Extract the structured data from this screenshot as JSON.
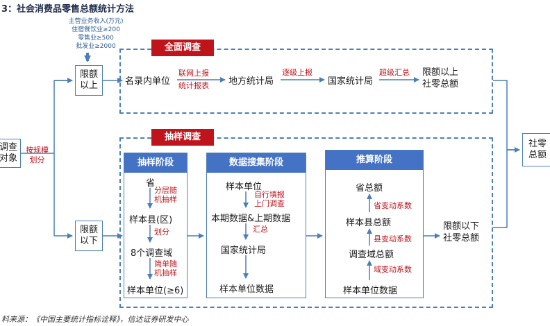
{
  "title": "3：社会消费品零售总额统计方法",
  "thresholds": [
    "主营业务收入(万元)",
    "住宿餐饮业≥200",
    "零售业≥500",
    "批发业≥2000"
  ],
  "survey_object": "调查\n对象",
  "scale_split": "按规模\n划分",
  "above_limit": "限额\n以上",
  "below_limit": "限额\n以下",
  "full_survey": {
    "tag": "全面调查",
    "unit": "名录内单位",
    "link_top": "联网上报",
    "link_bottom": "统计报表",
    "local_bureau": "地方统计局",
    "level_report": "逐级上报",
    "national_bureau": "国家统计局",
    "super_summary": "超级汇总",
    "result": "限额以上\n社零总额"
  },
  "sampling_survey": {
    "tag": "抽样调查",
    "stage1": {
      "header": "抽样阶段",
      "province": "省",
      "note1": "分层随\n机抽样",
      "county": "样本县(区)",
      "note2": "划分",
      "domains": "8个调查域",
      "note3": "简单随\n机抽样",
      "units": "样本单位(≥6)"
    },
    "stage2": {
      "header": "数据搜集阶段",
      "sample_unit": "样本单位",
      "note1": "自行填报\n上门调查",
      "period_data": "本期数据&上期数据",
      "note2": "汇总",
      "national_bureau": "国家统计局",
      "unit_data": "样本单位数据"
    },
    "stage3": {
      "header": "推算阶段",
      "province_total": "省总额",
      "note1": "省变动系数",
      "county_total": "样本县总额",
      "note2": "县变动系数",
      "domain_total": "调查域总额",
      "note3": "域变动系数",
      "unit_data": "样本单位数据"
    },
    "result": "限额以下\n社零总额"
  },
  "final_total": "社零\n总额",
  "source": "料来源：《中国主要统计指标诠释》，信达证券研发中心"
}
